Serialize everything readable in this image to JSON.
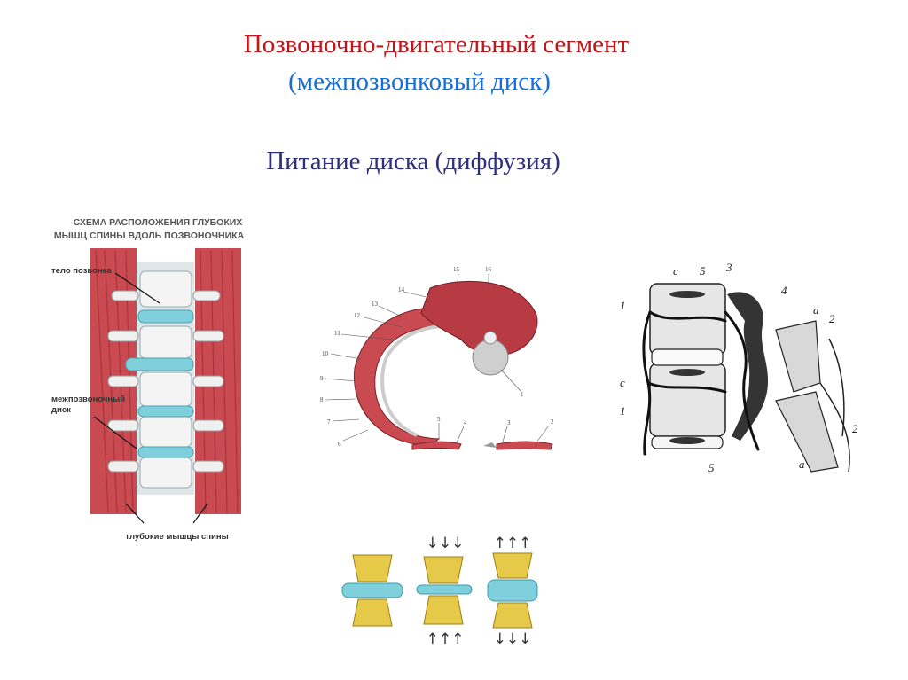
{
  "slide": {
    "title": "Позвоночно-двигательный сегмент",
    "subtitle": "(межпозвонковый диск)",
    "heading": "Питание диска (диффузия)"
  },
  "figure_muscles": {
    "caption_line1": "СХЕМА РАСПОЛОЖЕНИЯ ГЛУБОКИХ",
    "caption_line2": "МЫШЦ СПИНЫ ВДОЛЬ ПОЗВОНОЧНИКА",
    "label_body": "тело позвонка",
    "label_disc_line1": "межпозвоночный",
    "label_disc_line2": "диск",
    "label_muscles": "глубокие мышцы спины"
  },
  "figure_crosssection": {
    "numbers": [
      "1",
      "2",
      "3",
      "4",
      "5",
      "6",
      "7",
      "8",
      "9",
      "10",
      "11",
      "12",
      "13",
      "14",
      "15",
      "16"
    ]
  },
  "figure_blood": {
    "letters": [
      "c",
      "5",
      "3",
      "4",
      "a",
      "2",
      "1",
      "c",
      "1",
      "5",
      "2",
      "a"
    ]
  },
  "figure_discs": {
    "arrows_down": "↓↓↓",
    "arrows_up": "↑↑↑"
  },
  "colors": {
    "title": "#c0161c",
    "subtitle": "#1a6dd6",
    "heading": "#2f2f7d",
    "muscle": "#c94a50",
    "disc": "#7fd0dc",
    "bone": "#e7c94a"
  }
}
